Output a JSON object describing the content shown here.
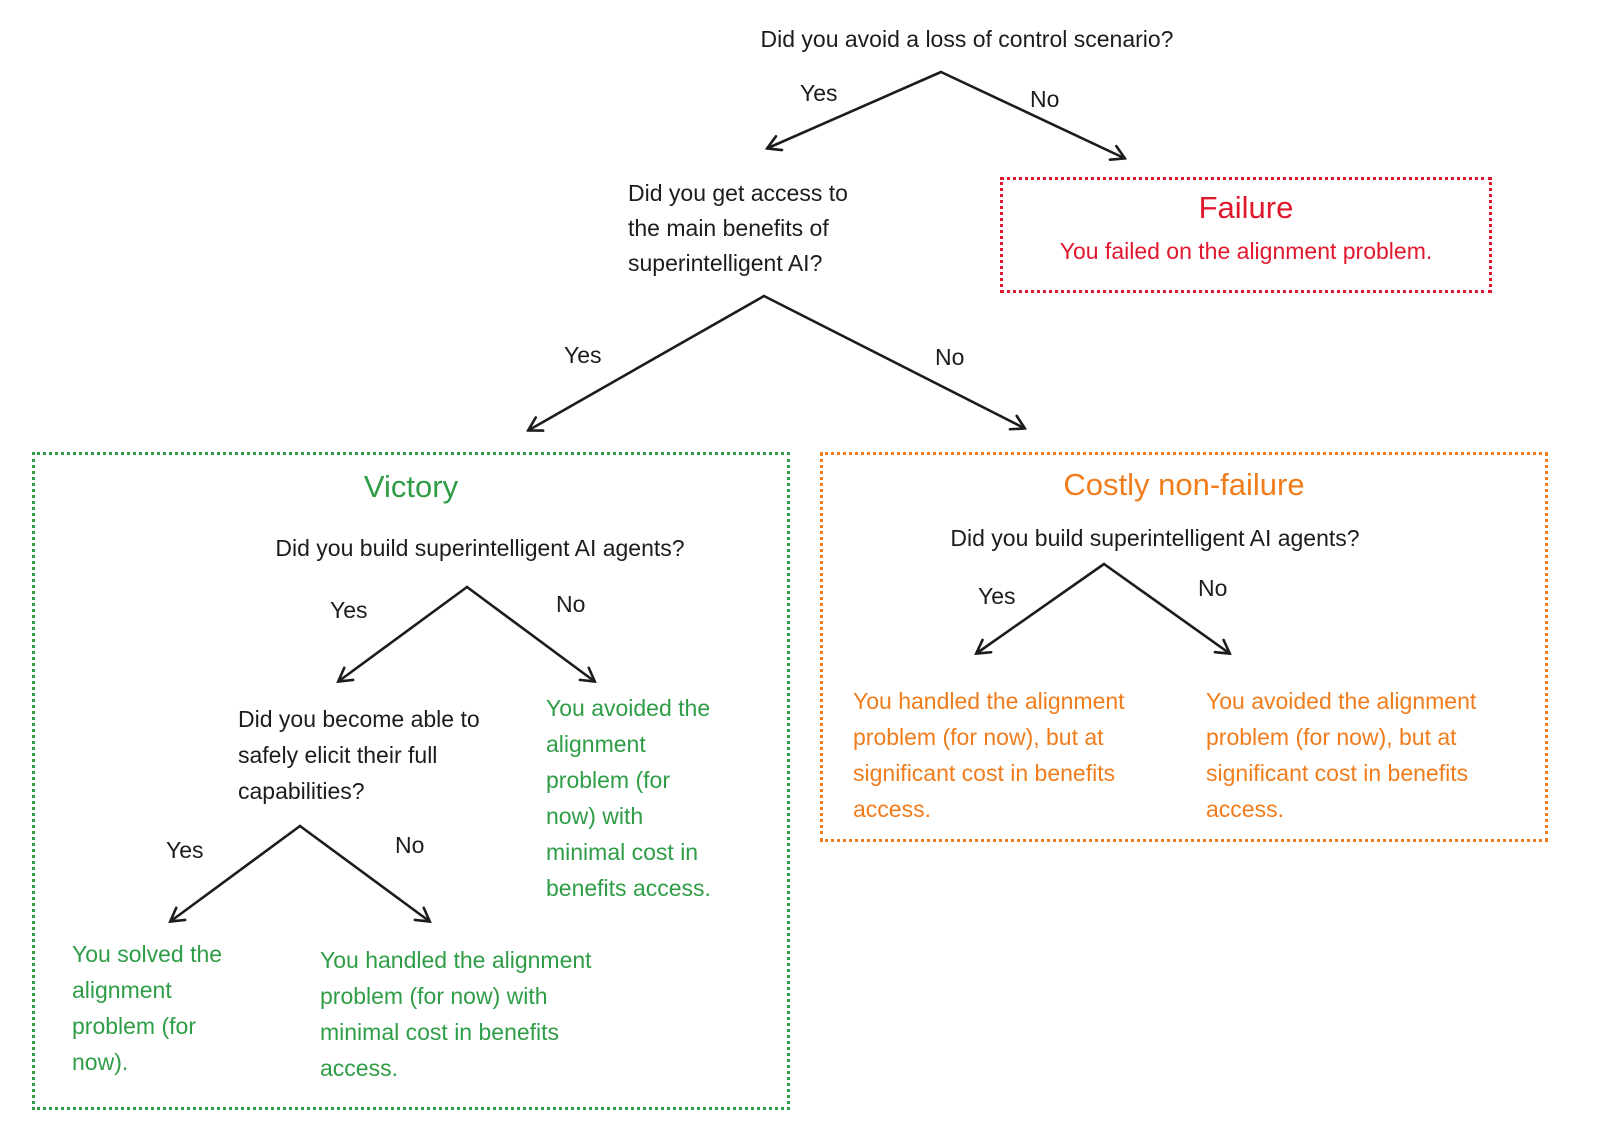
{
  "colors": {
    "failure_red": "#e1182d",
    "victory_green": "#2e9d46",
    "costly_orange": "#f07c1c",
    "line_black": "#1c1c1c"
  },
  "labels": {
    "yes": "Yes",
    "no": "No"
  },
  "root_question": "Did you avoid a loss of control scenario?",
  "benefits_question": "Did you get access to\nthe main benefits of\nsuperintelligent AI?",
  "failure": {
    "title": "Failure",
    "body": "You failed on the alignment problem."
  },
  "victory": {
    "title": "Victory",
    "build_question": "Did you build superintelligent AI agents?",
    "elicit_question": "Did you become able to\nsafely elicit their full\ncapabilities?",
    "avoided_leaf": "You avoided the\nalignment\nproblem (for\nnow) with\nminimal cost in\nbenefits access.",
    "solved_leaf": "You solved the\nalignment\nproblem (for\nnow).",
    "handled_leaf": "You handled the alignment\nproblem (for now) with\nminimal cost in benefits\naccess."
  },
  "costly": {
    "title": "Costly non-failure",
    "build_question": "Did you build superintelligent AI agents?",
    "handled_leaf": "You handled the alignment\nproblem (for now), but at\nsignificant cost in benefits\naccess.",
    "avoided_leaf": "You avoided the alignment\nproblem (for now), but at\nsignificant cost in benefits\naccess."
  }
}
